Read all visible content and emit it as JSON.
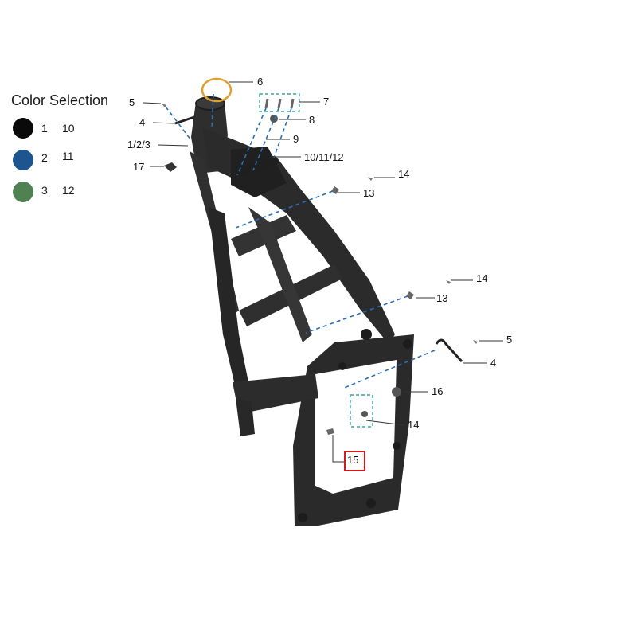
{
  "legend": {
    "title": "Color Selection",
    "items": [
      {
        "color": "#0a0a0a",
        "codes": [
          "1",
          "10"
        ]
      },
      {
        "color": "#1d5591",
        "codes": [
          "2",
          "11"
        ]
      },
      {
        "color": "#4f8152",
        "codes": [
          "3",
          "12"
        ]
      }
    ]
  },
  "callouts": [
    {
      "id": "c5a",
      "text": "5"
    },
    {
      "id": "c4a",
      "text": "4"
    },
    {
      "id": "c123",
      "text": "1/2/3"
    },
    {
      "id": "c17",
      "text": "17"
    },
    {
      "id": "c6",
      "text": "6"
    },
    {
      "id": "c7",
      "text": "7"
    },
    {
      "id": "c8",
      "text": "8"
    },
    {
      "id": "c9",
      "text": "9"
    },
    {
      "id": "c101112",
      "text": "10/11/12"
    },
    {
      "id": "c14a",
      "text": "14"
    },
    {
      "id": "c13a",
      "text": "13"
    },
    {
      "id": "c14b",
      "text": "14"
    },
    {
      "id": "c13b",
      "text": "13"
    },
    {
      "id": "c5b",
      "text": "5"
    },
    {
      "id": "c4b",
      "text": "4"
    },
    {
      "id": "c16",
      "text": "16"
    },
    {
      "id": "c14c",
      "text": "14"
    },
    {
      "id": "c15",
      "text": "15"
    }
  ],
  "colors": {
    "frame": "#2b2b2b",
    "leader_blue": "#2a6fb5",
    "leader_teal": "#3aa99a",
    "highlight": "#d11a1a",
    "ring": "#e0a030"
  }
}
